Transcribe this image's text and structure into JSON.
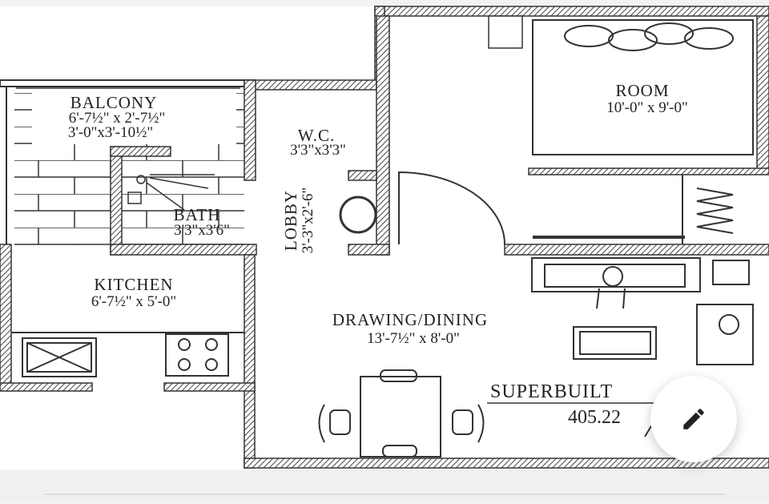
{
  "floor_plan": {
    "rooms": [
      {
        "name": "BALCONY",
        "dims": [
          "6'-7½\" x 2'-7½\"",
          "3'-0\"x3'-10½\""
        ]
      },
      {
        "name": "W.C.",
        "dims": [
          "3'3\"x3'3\""
        ]
      },
      {
        "name": "BATH",
        "dims": [
          "3'3\"x3'6\""
        ]
      },
      {
        "name": "LOBBY",
        "dims": [
          "3'-3\"x2'-6\""
        ]
      },
      {
        "name": "ROOM",
        "dims": [
          "10'-0\" x 9'-0\""
        ]
      },
      {
        "name": "KITCHEN",
        "dims": [
          "6'-7½\" x 5'-0\""
        ]
      },
      {
        "name": "DRAWING/DINING",
        "dims": [
          "13'-7½\" x 8'-0\""
        ]
      }
    ],
    "superbuilt_label": "SUPERBUILT",
    "superbuilt_value": "405.22"
  },
  "fab": {
    "icon": "pencil-icon",
    "action": "edit"
  }
}
